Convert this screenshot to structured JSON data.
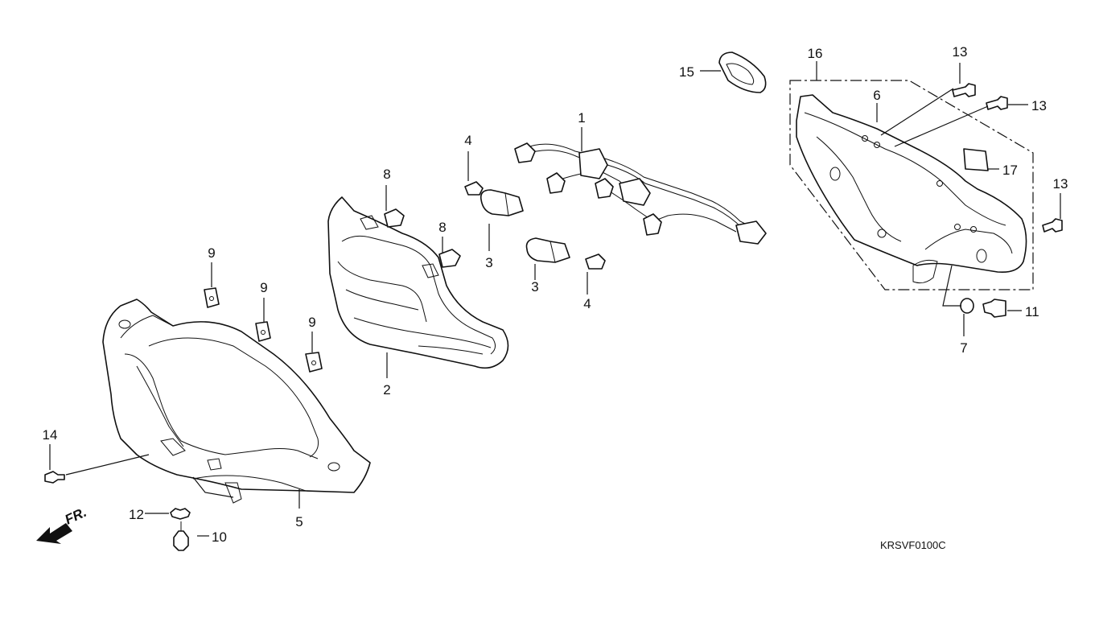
{
  "diagram": {
    "code": "KRSVF0100C",
    "front_label": "FR.",
    "callouts": [
      {
        "id": "c1",
        "label": "1"
      },
      {
        "id": "c2",
        "label": "2"
      },
      {
        "id": "c3a",
        "label": "3"
      },
      {
        "id": "c3b",
        "label": "3"
      },
      {
        "id": "c4a",
        "label": "4"
      },
      {
        "id": "c4b",
        "label": "4"
      },
      {
        "id": "c5",
        "label": "5"
      },
      {
        "id": "c6",
        "label": "6"
      },
      {
        "id": "c7",
        "label": "7"
      },
      {
        "id": "c8a",
        "label": "8"
      },
      {
        "id": "c8b",
        "label": "8"
      },
      {
        "id": "c9a",
        "label": "9"
      },
      {
        "id": "c9b",
        "label": "9"
      },
      {
        "id": "c9c",
        "label": "9"
      },
      {
        "id": "c10",
        "label": "10"
      },
      {
        "id": "c11",
        "label": "11"
      },
      {
        "id": "c12",
        "label": "12"
      },
      {
        "id": "c13a",
        "label": "13"
      },
      {
        "id": "c13b",
        "label": "13"
      },
      {
        "id": "c13c",
        "label": "13"
      },
      {
        "id": "c14",
        "label": "14"
      },
      {
        "id": "c15",
        "label": "15"
      },
      {
        "id": "c16",
        "label": "16"
      },
      {
        "id": "c17",
        "label": "17"
      }
    ]
  }
}
